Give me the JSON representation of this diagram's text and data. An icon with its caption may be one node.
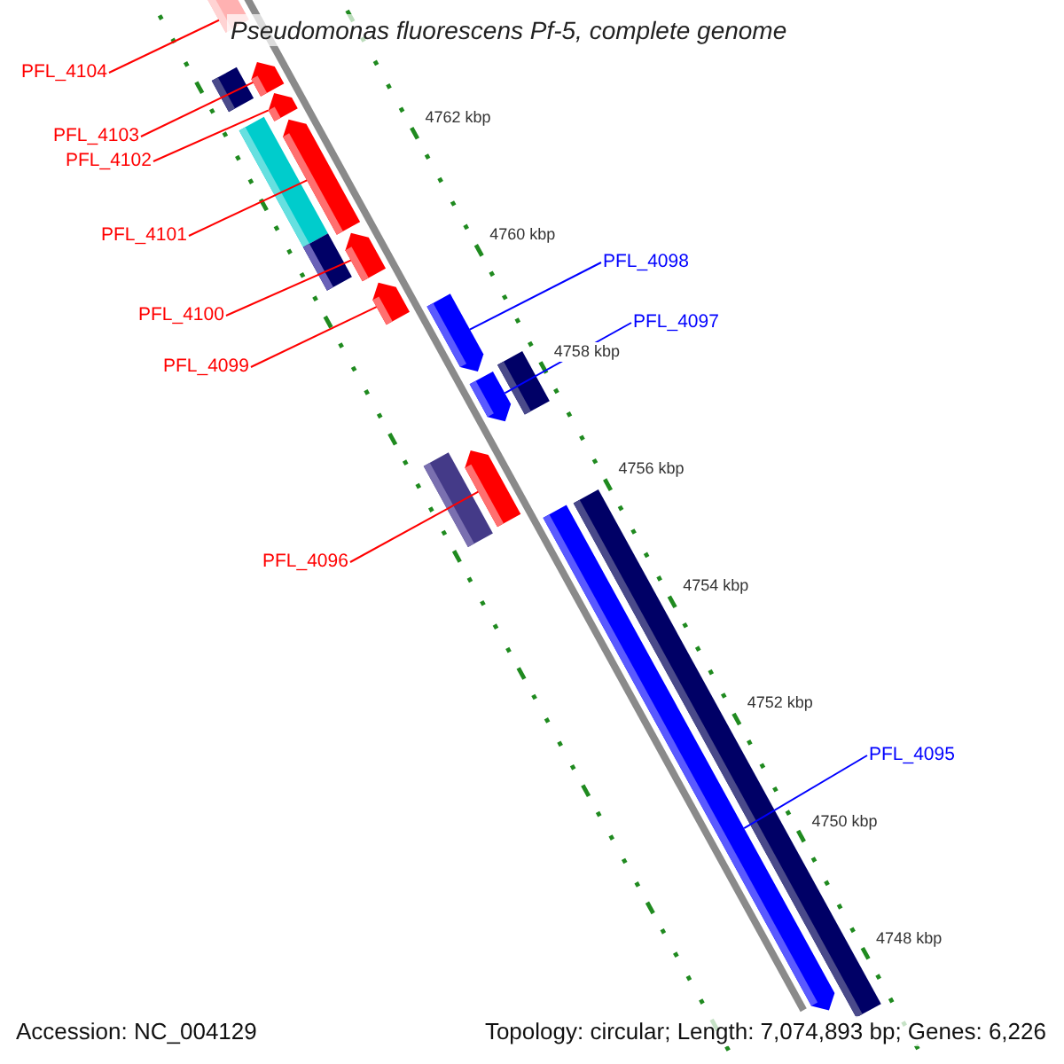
{
  "diagram": {
    "title": "Pseudomonas fluorescens Pf-5, complete genome",
    "nodes": [
      {
        "text": [
          "PFL_4104"
        ]
      },
      {
        "text": [],
        "shape": "arrow"
      },
      {
        "text": [
          "PFL_4103"
        ]
      },
      {
        "text": [],
        "shape": "arrow"
      },
      {
        "text": [
          "PFL_4102"
        ]
      },
      {
        "text": [],
        "shape": "arrow"
      },
      {
        "text": [
          "PFL_4101"
        ]
      },
      {
        "text": [],
        "shape": "arrow"
      },
      {
        "text": [
          "PFL_4098"
        ]
      },
      {
        "text": [],
        "shape": "arrow"
      },
      {
        "text": [
          "PFL_4100"
        ]
      },
      {
        "text": [],
        "shape": "arrow"
      },
      {
        "text": [
          "PFL_4097"
        ]
      },
      {
        "text": [],
        "shape": "arrow"
      },
      {
        "text": [
          "PFL_4099"
        ]
      },
      {
        "text": [],
        "shape": "arrow"
      },
      {
        "text": [
          "PFL_4096"
        ]
      },
      {
        "text": [],
        "shape": "arrow"
      },
      {
        "text": [
          "PFL_4095"
        ]
      },
      {
        "text": [],
        "shape": "arrow"
      }
    ],
    "edges": [
      {
        "from": 0,
        "to": 1,
        "arrow": "none"
      },
      {
        "from": 2,
        "to": 3,
        "arrow": "none"
      },
      {
        "from": 4,
        "to": 5,
        "arrow": "none"
      },
      {
        "from": 6,
        "to": 7,
        "arrow": "none"
      },
      {
        "from": 8,
        "to": 9,
        "arrow": "none",
        "color": "#0000ff"
      },
      {
        "from": 10,
        "to": 11,
        "arrow": "none"
      },
      {
        "from": 12,
        "to": 13,
        "arrow": "none",
        "color": "#0000ff"
      },
      {
        "from": 14,
        "to": 15,
        "arrow": "none"
      },
      {
        "from": 16,
        "to": 17,
        "arrow": "none"
      },
      {
        "from": 18,
        "to": 19,
        "arrow": "none",
        "color": "#0000ff"
      }
    ],
    "labels": [
      "4762 kbp",
      "4760 kbp",
      "4758 kbp",
      "4756 kbp",
      "4754 kbp",
      "4752 kbp",
      "4750 kbp",
      "4748 kbp",
      "Accession: NC_004129",
      "Topology: circular; Length: 7,074,893 bp; Genes: 6,226"
    ]
  }
}
